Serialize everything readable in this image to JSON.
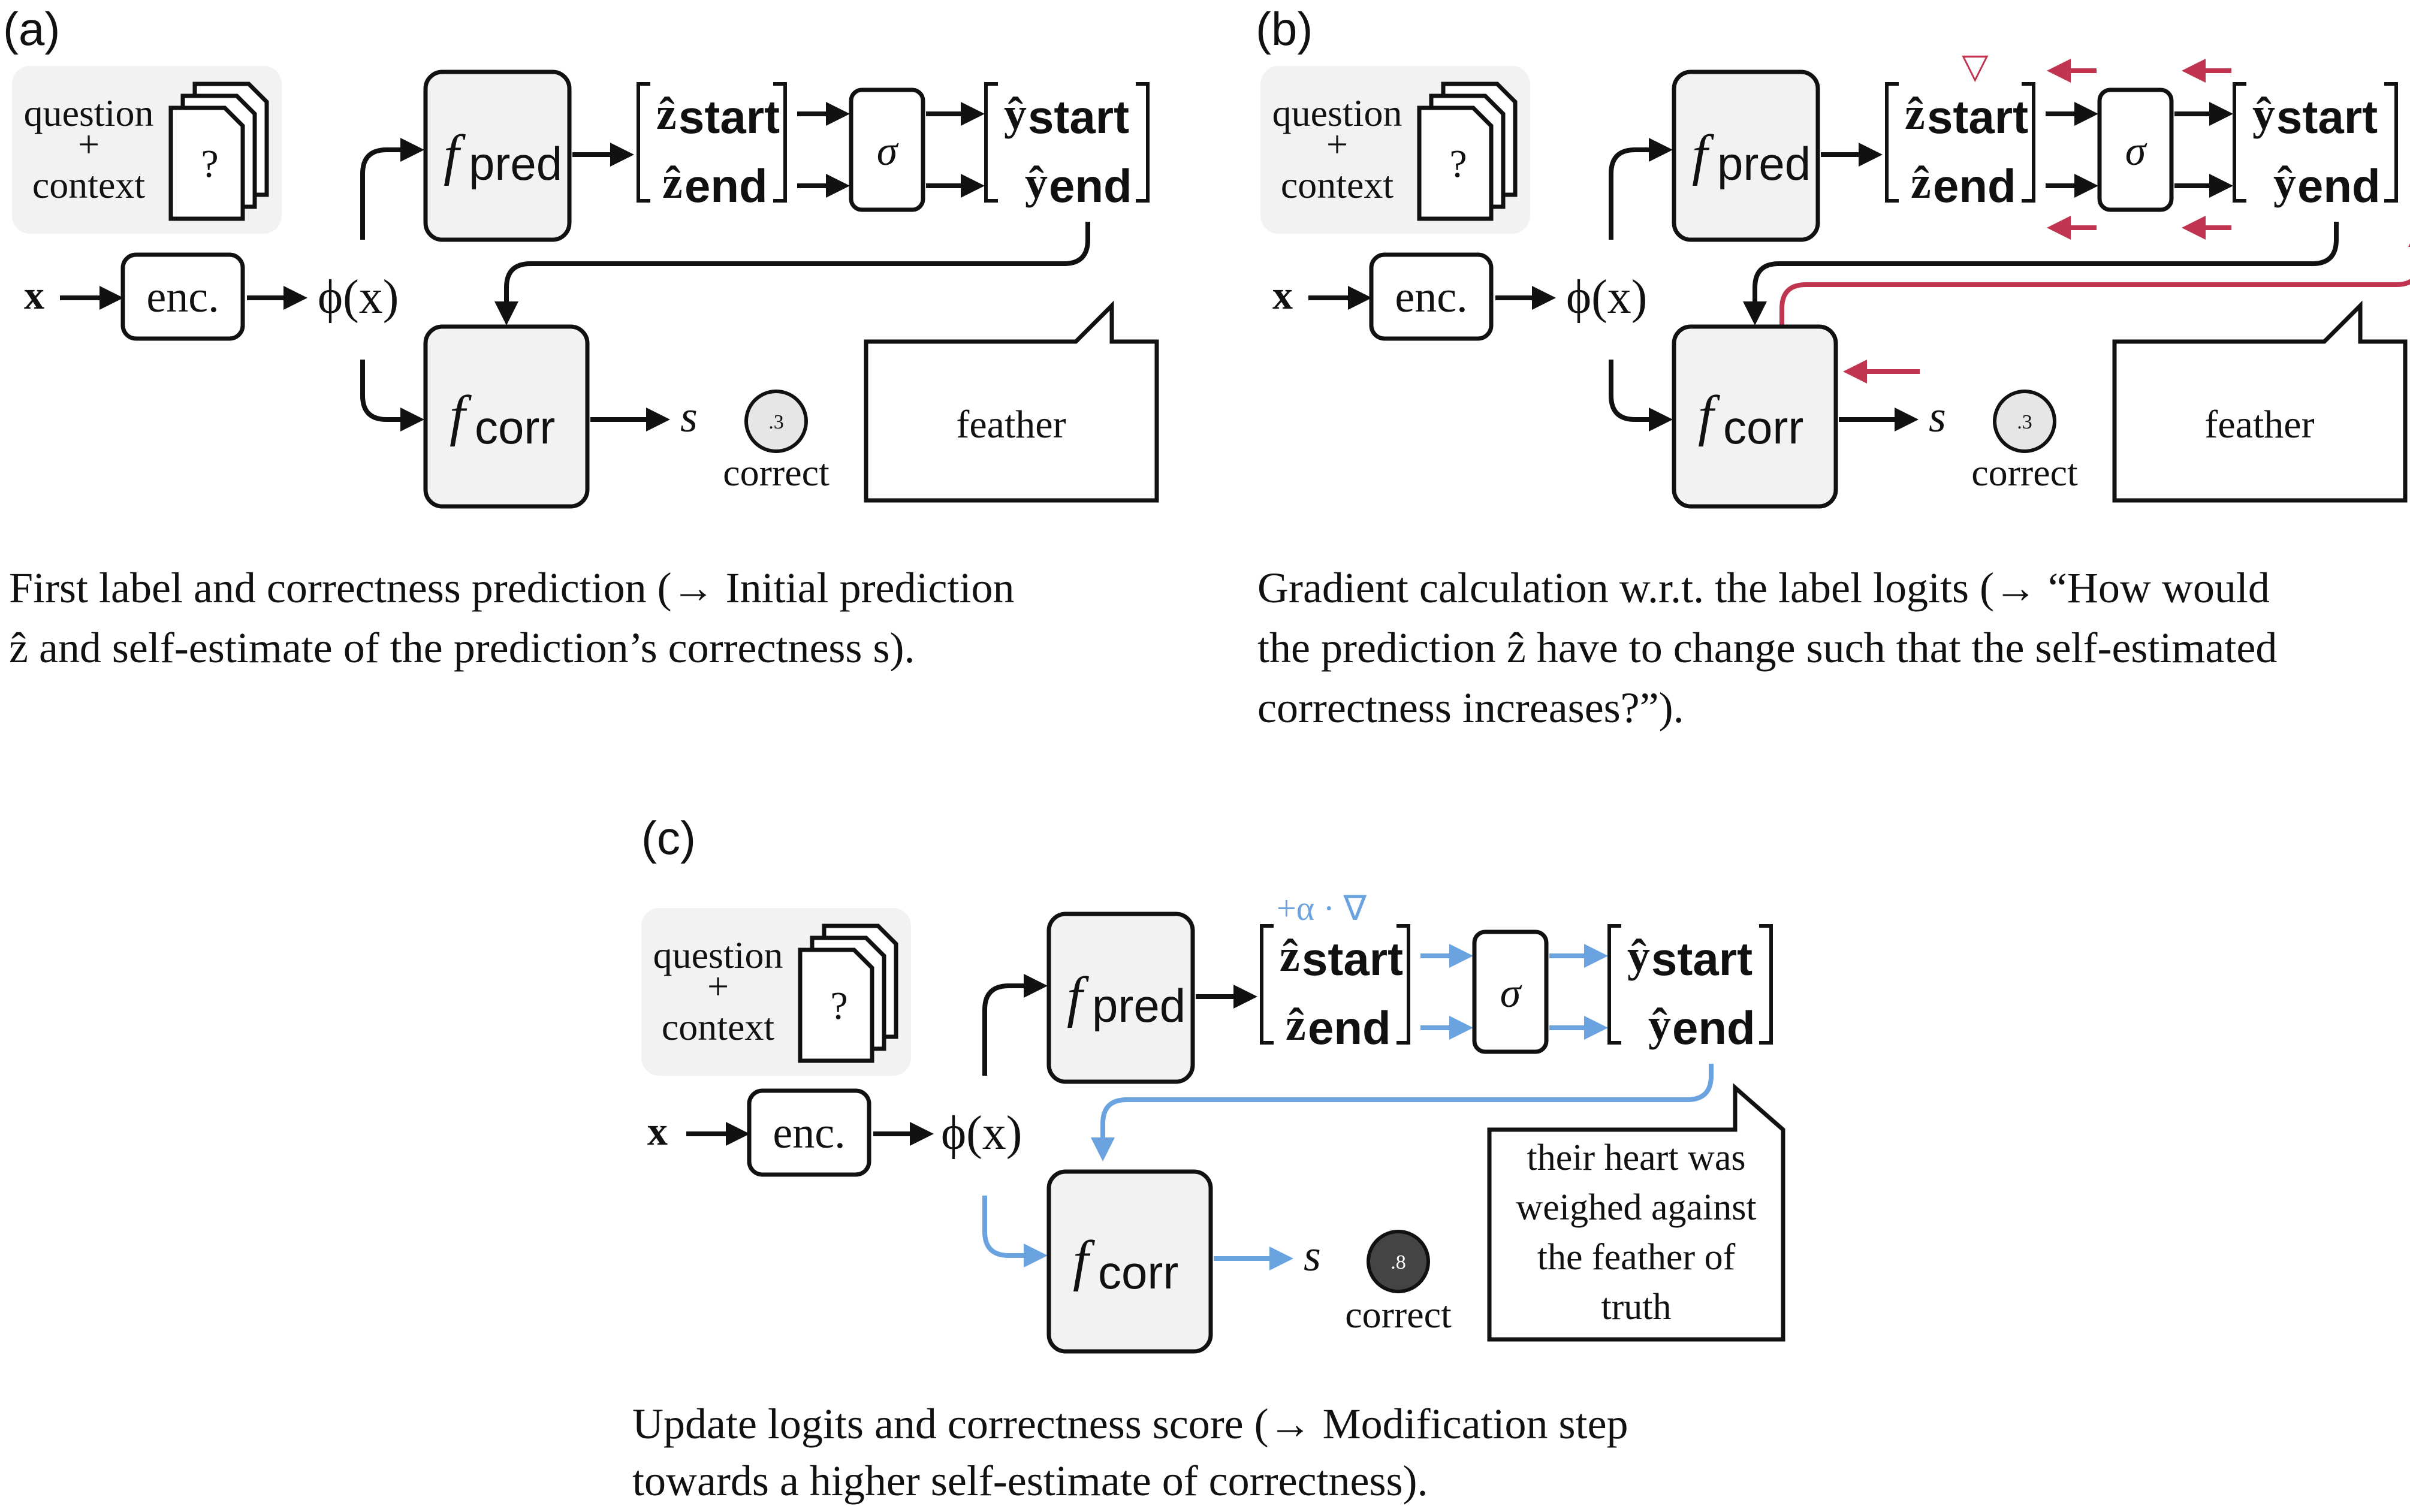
{
  "panels": {
    "a": {
      "label": "(a)",
      "question": "question",
      "plus": "+",
      "context": "context",
      "doc_mark": "?",
      "x": "x",
      "enc": "enc.",
      "phi": "ϕ(x)",
      "f": "f",
      "pred_sub": "pred",
      "corr_sub": "corr",
      "z": "ẑ",
      "y": "ŷ",
      "start_sub": "start",
      "end_sub": "end",
      "sigma": "σ",
      "s": "s",
      "score": ".3",
      "correct": "correct",
      "bubble_lines": [
        "feather"
      ],
      "caption_lines": [
        "First label and correctness prediction (→ Initial prediction",
        "ẑ and self-estimate of the prediction’s correctness s)."
      ]
    },
    "b": {
      "label": "(b)",
      "question": "question",
      "plus": "+",
      "context": "context",
      "doc_mark": "?",
      "x": "x",
      "enc": "enc.",
      "phi": "ϕ(x)",
      "f": "f",
      "pred_sub": "pred",
      "corr_sub": "corr",
      "z": "ẑ",
      "y": "ŷ",
      "start_sub": "start",
      "end_sub": "end",
      "sigma": "σ",
      "s": "s",
      "score": ".3",
      "correct": "correct",
      "nabla": "▽",
      "bubble_lines": [
        "feather"
      ],
      "caption_lines": [
        "Gradient calculation w.r.t. the label logits (→ “How would",
        "the prediction ẑ have to change such that the self-estimated",
        "correctness increases?”)."
      ]
    },
    "c": {
      "label": "(c)",
      "question": "question",
      "plus": "+",
      "context": "context",
      "doc_mark": "?",
      "x": "x",
      "enc": "enc.",
      "phi": "ϕ(x)",
      "f": "f",
      "pred_sub": "pred",
      "corr_sub": "corr",
      "z": "ẑ",
      "y": "ŷ",
      "start_sub": "start",
      "end_sub": "end",
      "sigma": "σ",
      "s": "s",
      "score": ".8",
      "correct": "correct",
      "update": "+α · ∇",
      "bubble_lines": [
        "their heart was",
        "weighed against",
        "the feather of",
        "truth"
      ],
      "caption_lines": [
        "Update logits and correctness score (→ Modification step",
        "towards a higher self-estimate of correctness)."
      ]
    }
  },
  "colors": {
    "ink": "#111111",
    "box_fill": "#f2f2f2",
    "gradient": "#c0344f",
    "update": "#6aa3e0",
    "score_low": "#e6e6e6",
    "score_high": "#444444"
  }
}
